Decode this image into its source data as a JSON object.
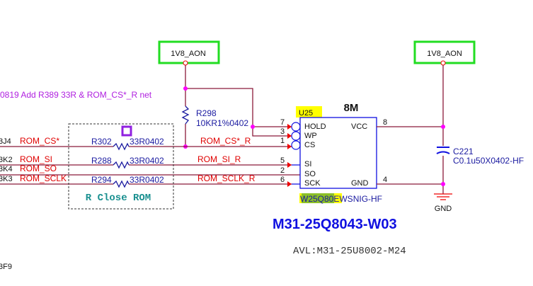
{
  "power_left": "1V8_AON",
  "power_right": "1V8_AON",
  "note": "0819 Add R389 33R & ROM_CS*_R net",
  "offpage_refs": [
    "3J4",
    "3K2",
    "3K4",
    "3K3",
    "3F9"
  ],
  "nets_left": [
    "ROM_CS*",
    "ROM_SI",
    "ROM_SO",
    "ROM_SCLK"
  ],
  "nets_right": [
    "ROM_CS*_R",
    "ROM_SI_R",
    "ROM_SCLK_R"
  ],
  "resistors": [
    {
      "ref": "R302",
      "value": "33R0402"
    },
    {
      "ref": "R288",
      "value": "33R0402"
    },
    {
      "ref": "R294",
      "value": "33R0402"
    }
  ],
  "pullup": {
    "ref": "R298",
    "value": "10KR1%0402"
  },
  "group_label": "R Close ROM",
  "chip": {
    "ref": "U25",
    "size": "8M",
    "part": "W25Q80EWSNIG-HF",
    "pins_left": [
      {
        "num": "7",
        "name": "HOLD"
      },
      {
        "num": "3",
        "name": "WP"
      },
      {
        "num": "1",
        "name": "CS"
      },
      {
        "num": "5",
        "name": "SI"
      },
      {
        "num": "2",
        "name": "SO"
      },
      {
        "num": "6",
        "name": "SCK"
      }
    ],
    "pins_right": [
      {
        "num": "8",
        "name": "VCC"
      },
      {
        "num": "4",
        "name": "GND"
      }
    ]
  },
  "cap": {
    "ref": "C221",
    "value": "C0.1u50X0402-HF"
  },
  "ground": "GND",
  "part_number": "M31-25Q8043-W03",
  "avl": "AVL:M31-25U8002-M24",
  "colors": {
    "wire": "#8b1a3a",
    "power_box": "#22dd22",
    "highlight": "#ffff00",
    "part_blue": "#1010e0",
    "note_purple": "#b020e0"
  }
}
